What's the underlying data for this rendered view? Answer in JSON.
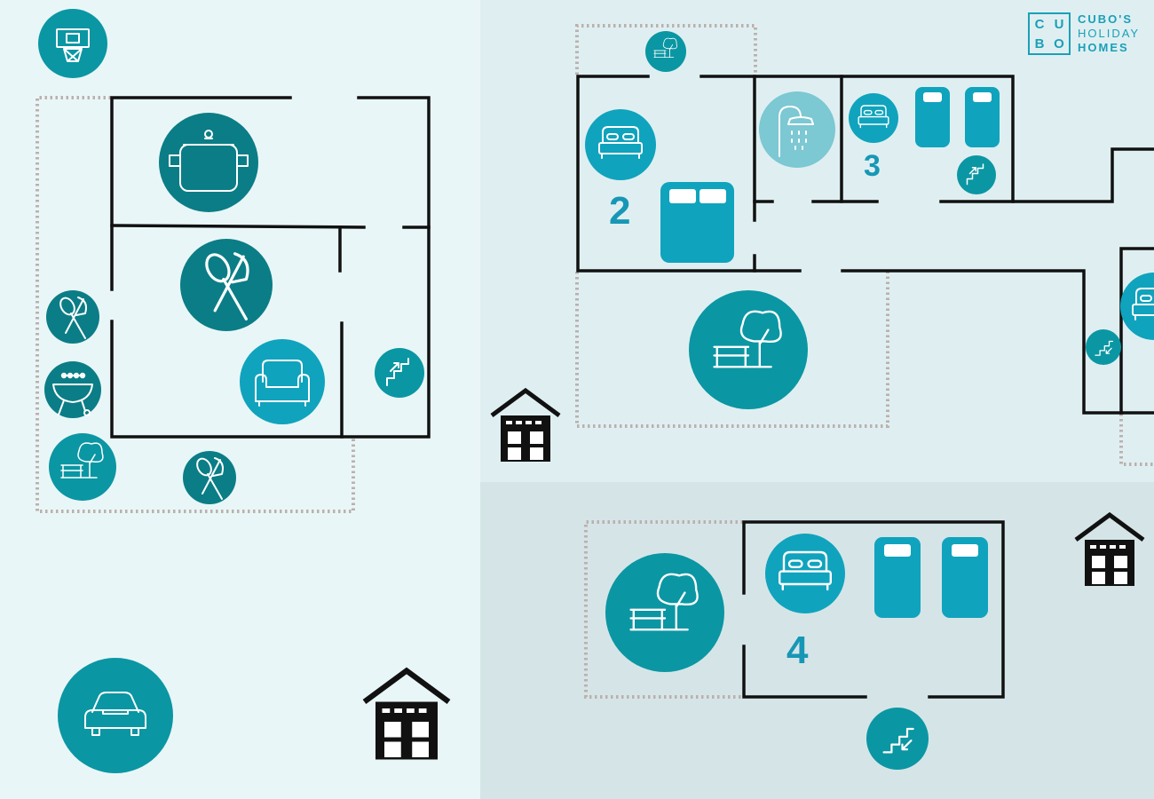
{
  "colors": {
    "teal_dark": "#0b7d86",
    "teal": "#0b96a3",
    "blue": "#10a3bd",
    "light_teal": "#7cc8d3",
    "wall": "#111111",
    "dotted": "#bbb1ad",
    "bg_left": "#e9f6f7",
    "bg_right_top": "#dfeff1",
    "bg_right_bottom": "#d5e5e7"
  },
  "logo": {
    "box_letters": [
      "C",
      "U",
      "B",
      "O"
    ],
    "line1": "CUBO'S",
    "line2": "HOLIDAY",
    "line3": "HOMES"
  },
  "rooms": {
    "room2": {
      "number": "2"
    },
    "room3": {
      "number": "3"
    },
    "room4": {
      "number": "4"
    }
  },
  "icons": [
    "basketball-hoop-icon",
    "cooking-pot-icon",
    "dining-cutlery-icon",
    "armchair-icon",
    "stairs-up-icon",
    "cutlery-icon",
    "barbecue-icon",
    "garden-bench-tree-icon",
    "car-icon",
    "house-icon",
    "double-bed-icon",
    "single-bed-icon",
    "shower-icon",
    "stairs-down-icon"
  ]
}
